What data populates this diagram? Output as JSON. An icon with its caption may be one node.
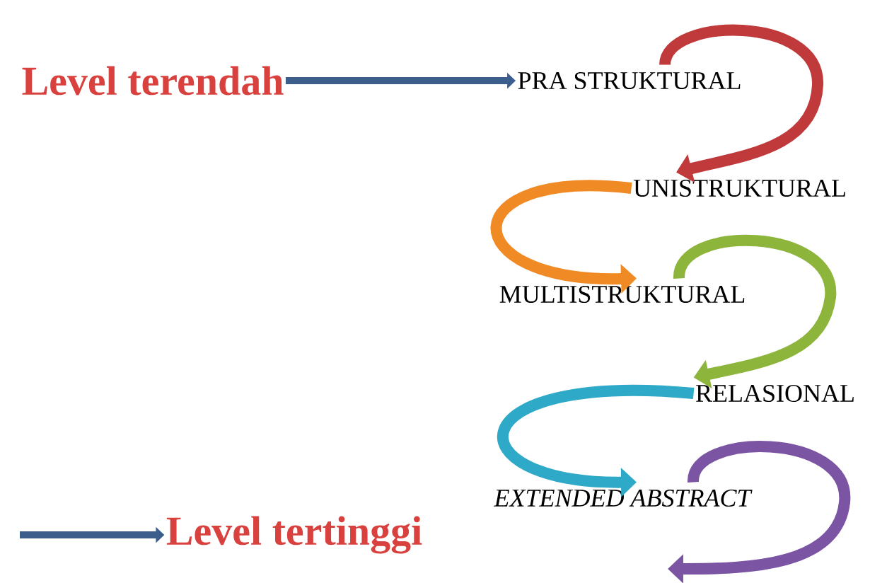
{
  "diagram": {
    "nodes": [
      {
        "text": [
          "Level terendah"
        ]
      },
      {
        "text": [
          "PRA STRUKTURAL"
        ]
      },
      {
        "text": [
          "UNISTRUKTURAL"
        ]
      },
      {
        "text": [
          "MULTISTRUKTURAL"
        ]
      },
      {
        "text": [
          "RELASIONAL"
        ]
      },
      {
        "text": [
          "EXTENDED ABSTRACT"
        ]
      },
      {
        "text": [
          "Level tertinggi"
        ]
      }
    ],
    "edges": [
      {
        "from": 0,
        "to": 1,
        "arrow": "to"
      },
      {
        "from": 1,
        "to": 2,
        "arrow": "to",
        "color": "#c0393b"
      },
      {
        "from": 2,
        "to": 3,
        "arrow": "to",
        "color": "#f08a24"
      },
      {
        "from": 3,
        "to": 4,
        "arrow": "to",
        "color": "#8db53c"
      },
      {
        "from": 4,
        "to": 5,
        "arrow": "to",
        "color": "#2fa9c8"
      },
      {
        "from": 5,
        "to": null,
        "arrow": "to",
        "color": "#7b55a3"
      },
      {
        "from": null,
        "to": 6,
        "arrow": "to"
      }
    ]
  }
}
